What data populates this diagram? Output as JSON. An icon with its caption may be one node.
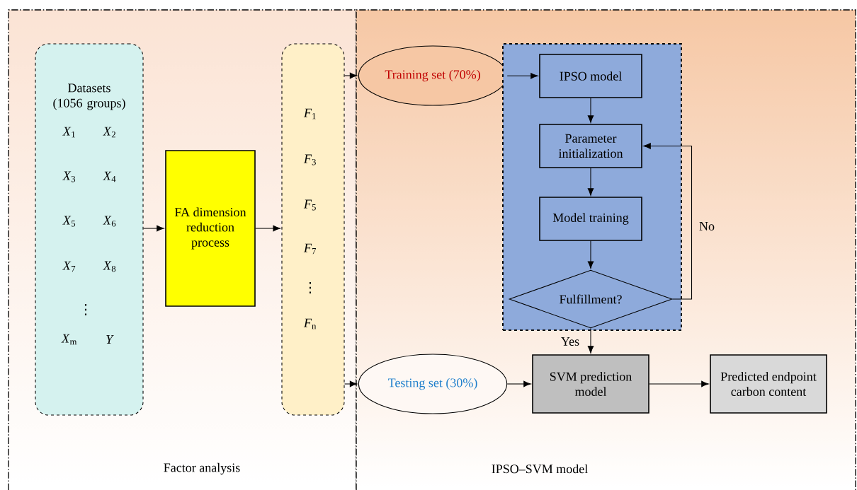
{
  "diagram": {
    "nodes": [
      {
        "text": [
          "Factor analysis"
        ]
      },
      {
        "text": [
          "IPSO–SVM model"
        ]
      },
      {
        "text": [
          "Datasets (1056 groups)",
          "*X*$_{1}$",
          "*X*$_{2}$",
          "*X*$_{3}$",
          "*X*$_{4}$",
          "*X*$_{5}$",
          "*X*$_{6}$",
          "*X*$_{7}$",
          "*X*$_{8}$",
          "⋮",
          "*X*$_{m}$",
          "*Y*"
        ],
        "in": 0
      },
      {
        "text": [
          "FA dimension reduction process"
        ],
        "in": 0
      },
      {
        "text": [
          "*F*$_{1}$",
          "*F*$_{3}$",
          "*F*$_{5}$",
          "*F*$_{7}$",
          "⋮",
          "*F*$_{n}$"
        ],
        "in": 0
      },
      {
        "text": [
          "Training set (70%)"
        ],
        "in": 1
      },
      {
        "text": [
          "Testing set (30%)"
        ],
        "in": 1
      },
      {
        "text": [],
        "shape": "box",
        "in": 1
      },
      {
        "text": [
          "IPSO model"
        ],
        "in": 7
      },
      {
        "text": [
          "Parameter initialization"
        ],
        "in": 7
      },
      {
        "text": [
          "Model training"
        ],
        "in": 7
      },
      {
        "text": [
          "Fulfillment?"
        ],
        "in": 7
      },
      {
        "text": [
          "SVM prediction model"
        ],
        "in": 1
      },
      {
        "text": [
          "Predicted endpoint carbon content"
        ],
        "in": 1
      }
    ],
    "edges": [
      {
        "from": 2,
        "to": 3,
        "arrow": "to"
      },
      {
        "from": 3,
        "to": 4,
        "arrow": "to"
      },
      {
        "from": 4,
        "to": 5,
        "arrow": "to"
      },
      {
        "from": 4,
        "to": 6,
        "arrow": "to"
      },
      {
        "from": 5,
        "to": 8,
        "arrow": "to"
      },
      {
        "from": 8,
        "to": 9,
        "arrow": "to"
      },
      {
        "from": 9,
        "to": 10,
        "arrow": "to"
      },
      {
        "from": 10,
        "to": 11,
        "arrow": "to"
      },
      {
        "from": 11,
        "to": 9,
        "arrow": "to",
        "label": "No"
      },
      {
        "from": 11,
        "to": 12,
        "arrow": "to",
        "label": "Yes"
      },
      {
        "from": 6,
        "to": 12,
        "arrow": "to"
      },
      {
        "from": 12,
        "to": 13,
        "arrow": "to"
      }
    ]
  }
}
